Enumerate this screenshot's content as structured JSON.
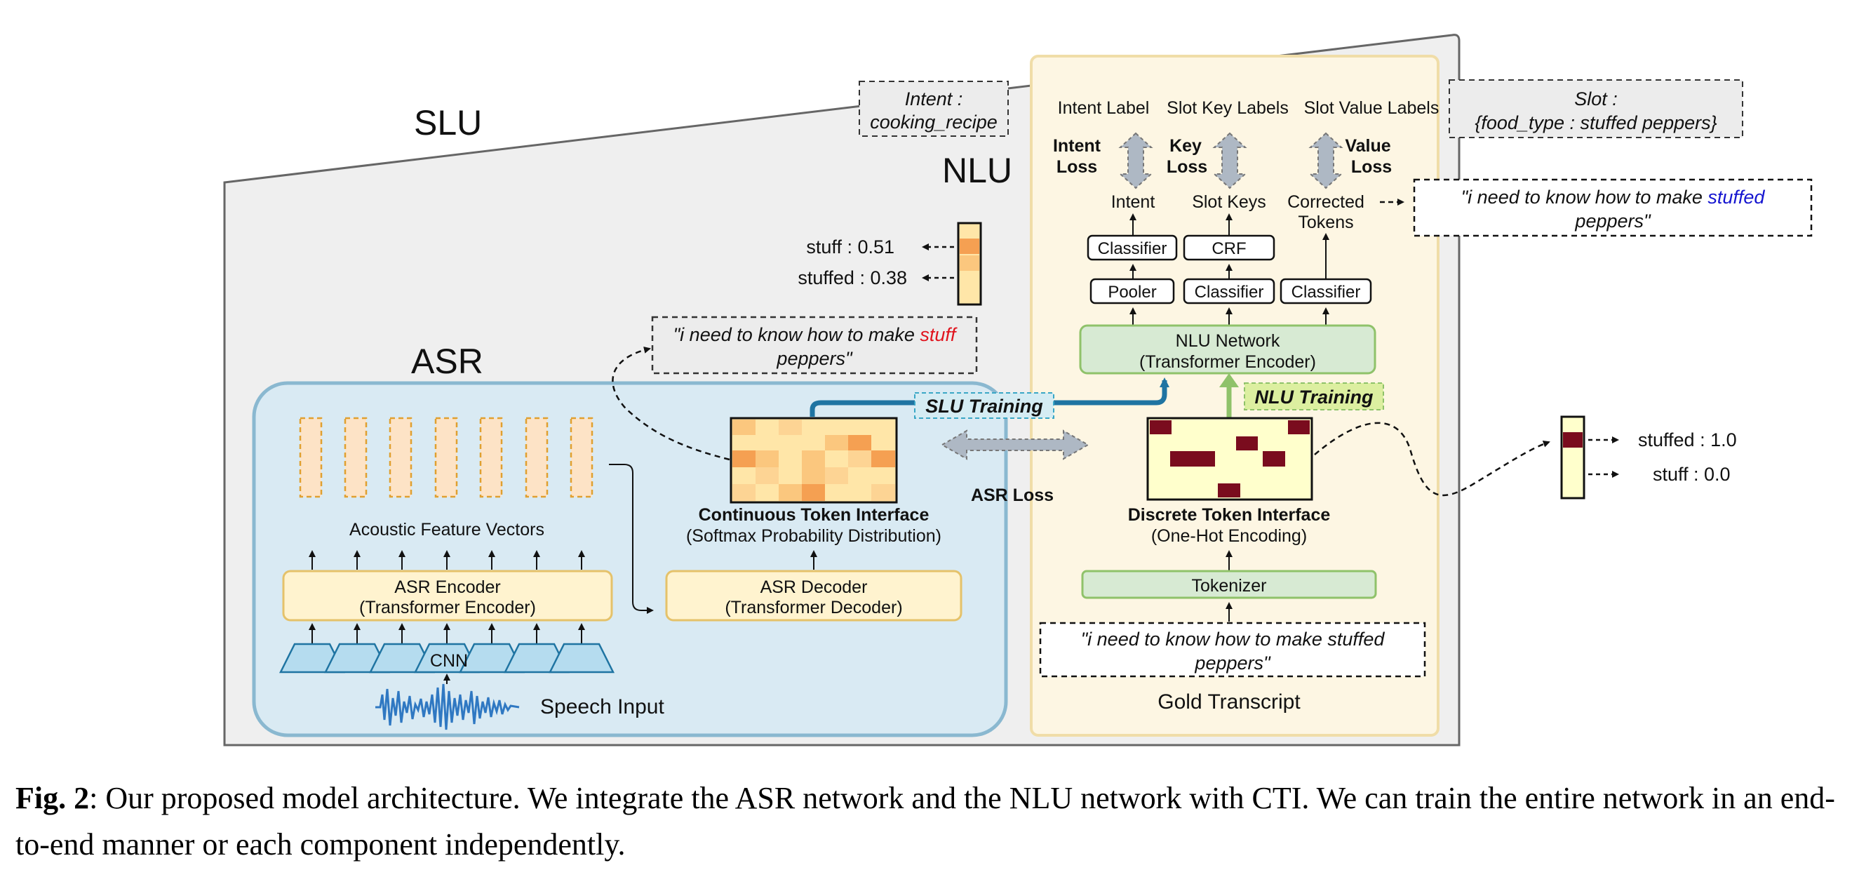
{
  "diagram": {
    "slu_title": "SLU",
    "asr_title": "ASR",
    "nlu_title": "NLU",
    "intent_box": {
      "line1": "Intent :",
      "line2": "cooking_recipe"
    },
    "slot_box": {
      "line1": "Slot :",
      "line2": "{food_type : stuffed peppers}"
    },
    "top_labels": {
      "intent_label": "Intent Label",
      "slot_key_labels": "Slot Key Labels",
      "slot_value_labels": "Slot Value Labels"
    },
    "losses": {
      "intent_loss": {
        "line1": "Intent",
        "line2": "Loss"
      },
      "key_loss": {
        "line1": "Key",
        "line2": "Loss"
      },
      "value_loss": {
        "line1": "Value",
        "line2": "Loss"
      }
    },
    "outputs": {
      "intent": "Intent",
      "slot_keys": "Slot Keys",
      "corrected_tokens": {
        "line1": "Corrected",
        "line2": "Tokens"
      }
    },
    "corrected_sentence": {
      "line1_pre": "\"i need to know how to make ",
      "line1_hl": "stuffed",
      "line2": "peppers\""
    },
    "nlu_blocks": {
      "classifier": "Classifier",
      "crf": "CRF",
      "pooler": "Pooler",
      "classifier2": "Classifier",
      "classifier3": "Classifier"
    },
    "nlu_network": {
      "line1": "NLU Network",
      "line2": "(Transformer Encoder)"
    },
    "probs_left": [
      {
        "label": "stuff : 0.51"
      },
      {
        "label": "stuffed : 0.38"
      }
    ],
    "probs_right": [
      {
        "label": "stuffed : 1.0"
      },
      {
        "label": "stuff : 0.0"
      }
    ],
    "asr_sentence": {
      "line1_pre": "\"i need to know how to make ",
      "line1_hl": "stuff",
      "line2": "peppers\""
    },
    "slu_training": "SLU Training",
    "nlu_training": "NLU Training",
    "asr_loss": "ASR Loss",
    "cti": {
      "line1": "Continuous Token Interface",
      "line2": "(Softmax Probability Distribution)"
    },
    "dti": {
      "line1": "Discrete Token Interface",
      "line2": "(One-Hot Encoding)"
    },
    "acoustic_vectors": "Acoustic Feature Vectors",
    "asr_encoder": {
      "line1": "ASR Encoder",
      "line2": "(Transformer Encoder)"
    },
    "asr_decoder": {
      "line1": "ASR Decoder",
      "line2": "(Transformer Decoder)"
    },
    "cnn": "CNN",
    "speech_input": "Speech Input",
    "tokenizer": "Tokenizer",
    "gold_sentence": {
      "line1": "\"i need to know how to make stuffed",
      "line2": "peppers\""
    },
    "gold_transcript": "Gold Transcript",
    "colors": {
      "asr_bg": "#d9eaf3",
      "asr_border": "#8ab8d0",
      "nlu_bg": "#fdf6e3",
      "nlu_border": "#f0dda8",
      "slu_blue": "#1f74a2",
      "nlu_green": "#8fc26a",
      "highlight_red": "#e0141e",
      "highlight_blue": "#1515d0"
    }
  },
  "caption": {
    "label": "Fig. 2",
    "text": ": Our proposed model architecture. We integrate the ASR network and the NLU network with CTI. We can train the entire network in an end-to-end manner or each component independently."
  }
}
